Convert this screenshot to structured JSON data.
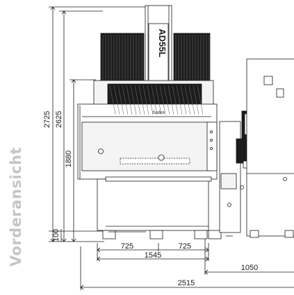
{
  "view_title": "Vorderansicht",
  "brand": {
    "model": "AD55L",
    "logo": "Sodick"
  },
  "dimensions": {
    "total_height": "2725",
    "frame_height": "2625",
    "table_height": "1880",
    "base_height": "100",
    "left_half": "725",
    "right_half": "725",
    "table_width": "1545",
    "cabinet_width": "1050",
    "total_width": "2515"
  },
  "colors": {
    "line": "#1a1a1a",
    "side_title": "#c4c5c7",
    "panel_fill": "#f4f4f4",
    "dark_grille": "#1c1c1c"
  }
}
